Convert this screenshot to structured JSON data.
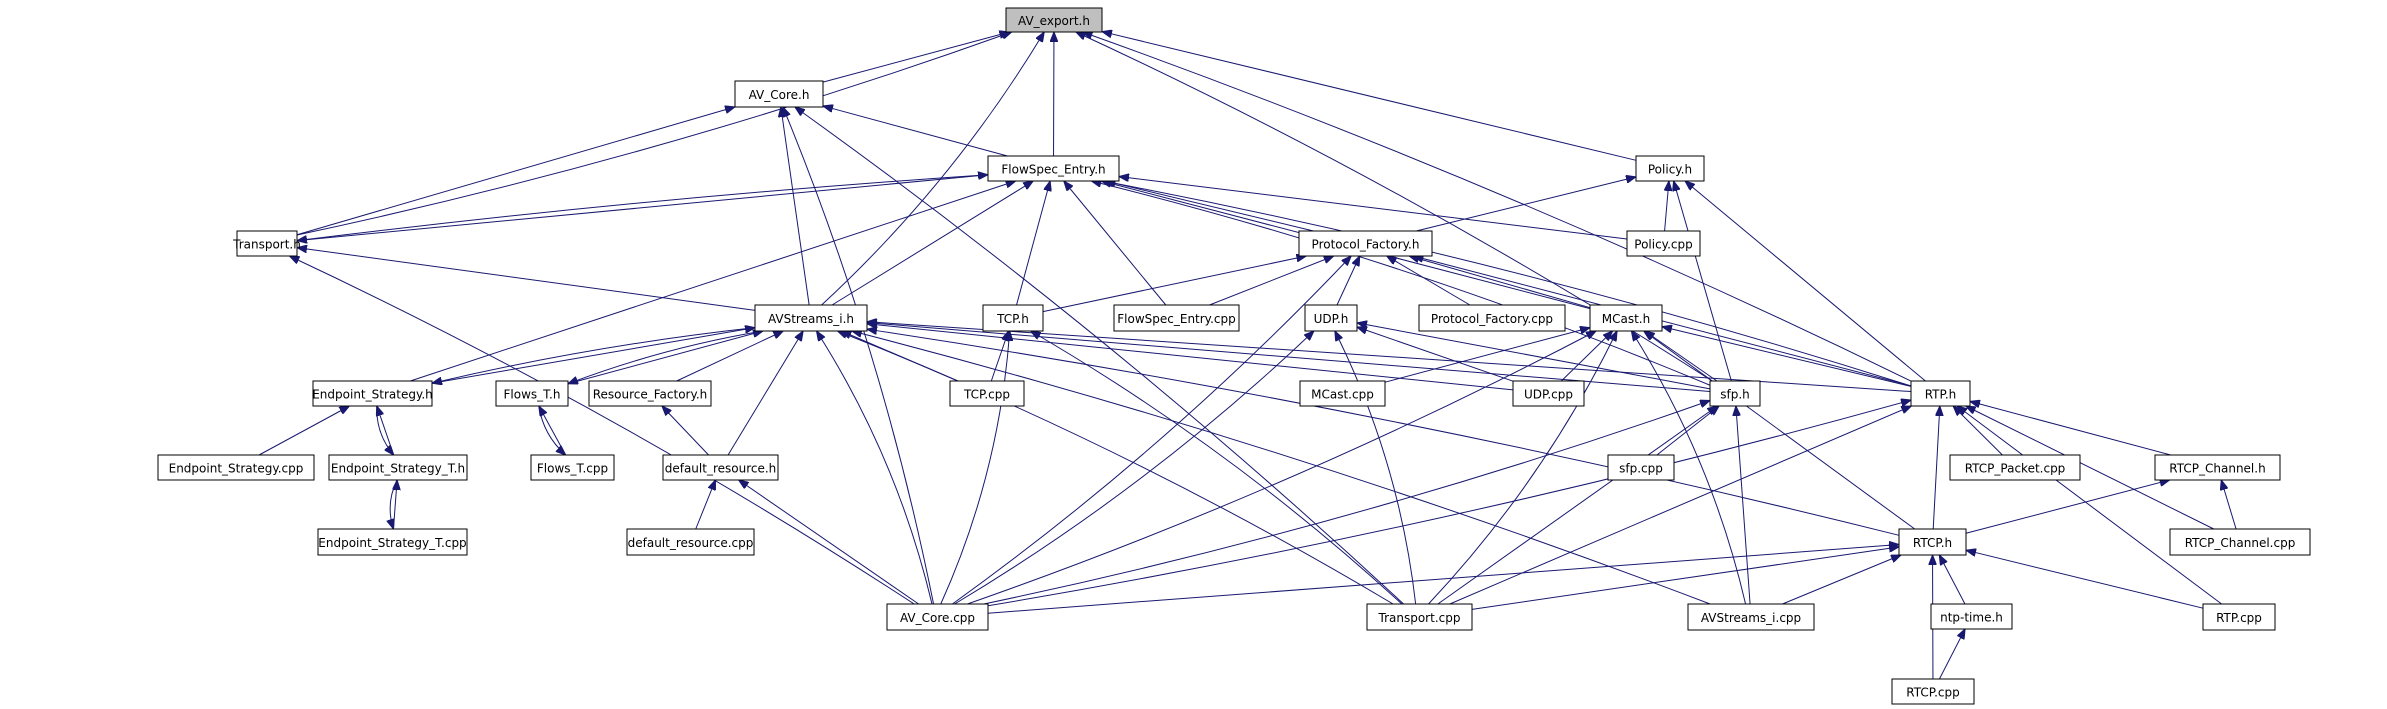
{
  "diagram": {
    "type": "include-dependency-graph",
    "root": "AV_export.h",
    "colors": {
      "edge": "#191970",
      "root_fill": "#bfbfbf",
      "node_fill": "#ffffff",
      "node_border": "#000000"
    },
    "nodes": [
      {
        "id": "AV_export.h",
        "label": "AV_export.h",
        "root": true
      },
      {
        "id": "AV_Core.h",
        "label": "AV_Core.h"
      },
      {
        "id": "FlowSpec_Entry.h",
        "label": "FlowSpec_Entry.h"
      },
      {
        "id": "Policy.h",
        "label": "Policy.h"
      },
      {
        "id": "Transport.h",
        "label": "Transport.h"
      },
      {
        "id": "Protocol_Factory.h",
        "label": "Protocol_Factory.h"
      },
      {
        "id": "Policy.cpp",
        "label": "Policy.cpp"
      },
      {
        "id": "AVStreams_i.h",
        "label": "AVStreams_i.h"
      },
      {
        "id": "TCP.h",
        "label": "TCP.h"
      },
      {
        "id": "FlowSpec_Entry.cpp",
        "label": "FlowSpec_Entry.cpp"
      },
      {
        "id": "UDP.h",
        "label": "UDP.h"
      },
      {
        "id": "Protocol_Factory.cpp",
        "label": "Protocol_Factory.cpp"
      },
      {
        "id": "MCast.h",
        "label": "MCast.h"
      },
      {
        "id": "Endpoint_Strategy.h",
        "label": "Endpoint_Strategy.h"
      },
      {
        "id": "Flows_T.h",
        "label": "Flows_T.h"
      },
      {
        "id": "Resource_Factory.h",
        "label": "Resource_Factory.h"
      },
      {
        "id": "TCP.cpp",
        "label": "TCP.cpp"
      },
      {
        "id": "MCast.cpp",
        "label": "MCast.cpp"
      },
      {
        "id": "UDP.cpp",
        "label": "UDP.cpp"
      },
      {
        "id": "sfp.h",
        "label": "sfp.h"
      },
      {
        "id": "RTP.h",
        "label": "RTP.h"
      },
      {
        "id": "Endpoint_Strategy.cpp",
        "label": "Endpoint_Strategy.cpp"
      },
      {
        "id": "Endpoint_Strategy_T.h",
        "label": "Endpoint_Strategy_T.h"
      },
      {
        "id": "Flows_T.cpp",
        "label": "Flows_T.cpp"
      },
      {
        "id": "default_resource.h",
        "label": "default_resource.h"
      },
      {
        "id": "sfp.cpp",
        "label": "sfp.cpp"
      },
      {
        "id": "RTCP_Packet.cpp",
        "label": "RTCP_Packet.cpp"
      },
      {
        "id": "RTCP_Channel.h",
        "label": "RTCP_Channel.h"
      },
      {
        "id": "Endpoint_Strategy_T.cpp",
        "label": "Endpoint_Strategy_T.cpp"
      },
      {
        "id": "default_resource.cpp",
        "label": "default_resource.cpp"
      },
      {
        "id": "RTCP.h",
        "label": "RTCP.h"
      },
      {
        "id": "RTCP_Channel.cpp",
        "label": "RTCP_Channel.cpp"
      },
      {
        "id": "AV_Core.cpp",
        "label": "AV_Core.cpp"
      },
      {
        "id": "Transport.cpp",
        "label": "Transport.cpp"
      },
      {
        "id": "AVStreams_i.cpp",
        "label": "AVStreams_i.cpp"
      },
      {
        "id": "ntp-time.h",
        "label": "ntp-time.h"
      },
      {
        "id": "RTP.cpp",
        "label": "RTP.cpp"
      },
      {
        "id": "RTCP.cpp",
        "label": "RTCP.cpp"
      }
    ],
    "edges": [
      [
        "AV_Core.h",
        "AV_export.h"
      ],
      [
        "FlowSpec_Entry.h",
        "AV_export.h"
      ],
      [
        "Policy.h",
        "AV_export.h"
      ],
      [
        "Transport.h",
        "AV_export.h"
      ],
      [
        "AVStreams_i.h",
        "AV_export.h"
      ],
      [
        "sfp.h",
        "AV_export.h"
      ],
      [
        "RTP.h",
        "AV_export.h"
      ],
      [
        "Transport.h",
        "AV_Core.h"
      ],
      [
        "FlowSpec_Entry.h",
        "AV_Core.h"
      ],
      [
        "AVStreams_i.h",
        "AV_Core.h"
      ],
      [
        "AV_Core.cpp",
        "AV_Core.h"
      ],
      [
        "Transport.cpp",
        "AV_Core.h"
      ],
      [
        "Transport.h",
        "FlowSpec_Entry.h"
      ],
      [
        "AVStreams_i.h",
        "FlowSpec_Entry.h"
      ],
      [
        "TCP.h",
        "FlowSpec_Entry.h"
      ],
      [
        "FlowSpec_Entry.cpp",
        "FlowSpec_Entry.h"
      ],
      [
        "Protocol_Factory.h",
        "FlowSpec_Entry.h"
      ],
      [
        "MCast.h",
        "FlowSpec_Entry.h"
      ],
      [
        "RTP.h",
        "FlowSpec_Entry.h"
      ],
      [
        "Policy.cpp",
        "FlowSpec_Entry.h"
      ],
      [
        "sfp.h",
        "FlowSpec_Entry.h"
      ],
      [
        "FlowSpec_Entry.h",
        "Transport.h"
      ],
      [
        "Endpoint_Strategy.h",
        "FlowSpec_Entry.h"
      ],
      [
        "Protocol_Factory.h",
        "Policy.h"
      ],
      [
        "Policy.cpp",
        "Policy.h"
      ],
      [
        "sfp.h",
        "Policy.h"
      ],
      [
        "RTP.h",
        "Policy.h"
      ],
      [
        "AVStreams_i.h",
        "Transport.h"
      ],
      [
        "AV_Core.cpp",
        "Transport.h"
      ],
      [
        "TCP.h",
        "Protocol_Factory.h"
      ],
      [
        "FlowSpec_Entry.cpp",
        "Protocol_Factory.h"
      ],
      [
        "UDP.h",
        "Protocol_Factory.h"
      ],
      [
        "Protocol_Factory.cpp",
        "Protocol_Factory.h"
      ],
      [
        "MCast.h",
        "Protocol_Factory.h"
      ],
      [
        "RTP.h",
        "Protocol_Factory.h"
      ],
      [
        "AV_Core.cpp",
        "Protocol_Factory.h"
      ],
      [
        "Endpoint_Strategy.h",
        "AVStreams_i.h"
      ],
      [
        "AVStreams_i.h",
        "Endpoint_Strategy.h"
      ],
      [
        "Flows_T.h",
        "AVStreams_i.h"
      ],
      [
        "AVStreams_i.h",
        "Flows_T.h"
      ],
      [
        "Resource_Factory.h",
        "AVStreams_i.h"
      ],
      [
        "default_resource.h",
        "AVStreams_i.h"
      ],
      [
        "TCP.cpp",
        "AVStreams_i.h"
      ],
      [
        "UDP.cpp",
        "AVStreams_i.h"
      ],
      [
        "sfp.h",
        "AVStreams_i.h"
      ],
      [
        "RTP.h",
        "AVStreams_i.h"
      ],
      [
        "RTCP.h",
        "AVStreams_i.h"
      ],
      [
        "AV_Core.cpp",
        "AVStreams_i.h"
      ],
      [
        "Transport.cpp",
        "AVStreams_i.h"
      ],
      [
        "AVStreams_i.cpp",
        "AVStreams_i.h"
      ],
      [
        "TCP.cpp",
        "TCP.h"
      ],
      [
        "AV_Core.cpp",
        "TCP.h"
      ],
      [
        "Transport.cpp",
        "TCP.h"
      ],
      [
        "UDP.cpp",
        "UDP.h"
      ],
      [
        "AV_Core.cpp",
        "UDP.h"
      ],
      [
        "Transport.cpp",
        "UDP.h"
      ],
      [
        "sfp.h",
        "UDP.h"
      ],
      [
        "MCast.cpp",
        "MCast.h"
      ],
      [
        "UDP.cpp",
        "MCast.h"
      ],
      [
        "sfp.h",
        "MCast.h"
      ],
      [
        "RTP.h",
        "MCast.h"
      ],
      [
        "RTCP.h",
        "MCast.h"
      ],
      [
        "AV_Core.cpp",
        "MCast.h"
      ],
      [
        "Transport.cpp",
        "MCast.h"
      ],
      [
        "AVStreams_i.cpp",
        "MCast.h"
      ],
      [
        "Endpoint_Strategy.cpp",
        "Endpoint_Strategy.h"
      ],
      [
        "Endpoint_Strategy_T.h",
        "Endpoint_Strategy.h"
      ],
      [
        "Endpoint_Strategy.h",
        "Endpoint_Strategy_T.h"
      ],
      [
        "Flows_T.cpp",
        "Flows_T.h"
      ],
      [
        "Flows_T.h",
        "Flows_T.cpp"
      ],
      [
        "default_resource.h",
        "Resource_Factory.h"
      ],
      [
        "sfp.cpp",
        "sfp.h"
      ],
      [
        "AV_Core.cpp",
        "sfp.h"
      ],
      [
        "Transport.cpp",
        "sfp.h"
      ],
      [
        "AVStreams_i.cpp",
        "sfp.h"
      ],
      [
        "RTCP_Packet.cpp",
        "RTP.h"
      ],
      [
        "RTCP_Channel.h",
        "RTP.h"
      ],
      [
        "RTCP.h",
        "RTP.h"
      ],
      [
        "RTCP_Channel.cpp",
        "RTP.h"
      ],
      [
        "RTP.cpp",
        "RTP.h"
      ],
      [
        "AV_Core.cpp",
        "RTP.h"
      ],
      [
        "Transport.cpp",
        "RTP.h"
      ],
      [
        "Endpoint_Strategy_T.cpp",
        "Endpoint_Strategy_T.h"
      ],
      [
        "Endpoint_Strategy_T.h",
        "Endpoint_Strategy_T.cpp"
      ],
      [
        "default_resource.cpp",
        "default_resource.h"
      ],
      [
        "AV_Core.cpp",
        "default_resource.h"
      ],
      [
        "RTCP.h",
        "RTCP_Channel.h"
      ],
      [
        "RTCP_Channel.cpp",
        "RTCP_Channel.h"
      ],
      [
        "AV_Core.cpp",
        "RTCP.h"
      ],
      [
        "Transport.cpp",
        "RTCP.h"
      ],
      [
        "AVStreams_i.cpp",
        "RTCP.h"
      ],
      [
        "ntp-time.h",
        "RTCP.h"
      ],
      [
        "RTCP.cpp",
        "RTCP.h"
      ],
      [
        "RTP.cpp",
        "RTCP.h"
      ],
      [
        "RTCP.cpp",
        "ntp-time.h"
      ]
    ]
  }
}
